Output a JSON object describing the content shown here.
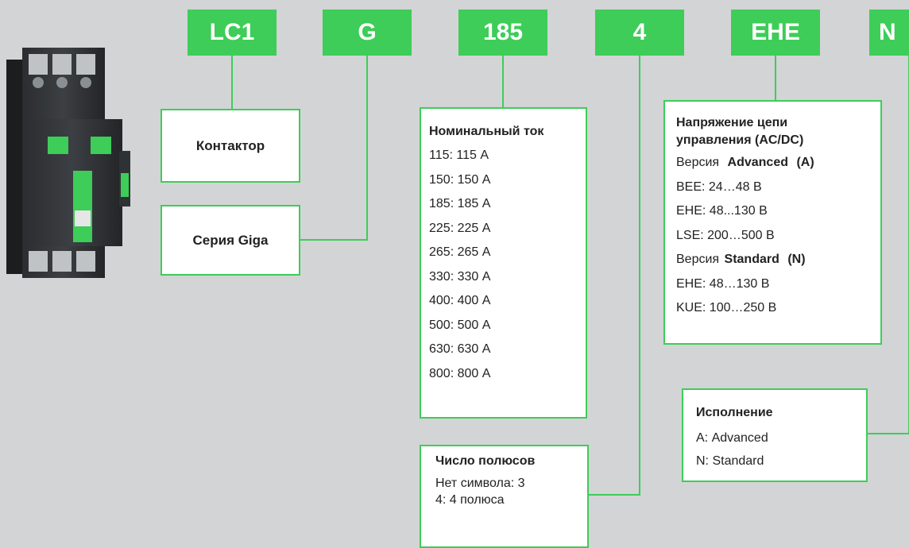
{
  "colors": {
    "accent": "#3dcd58",
    "background": "#d3d4d5"
  },
  "codes": [
    "LC1",
    "G",
    "185",
    "4",
    "EHE",
    "N"
  ],
  "contactor": {
    "label": "Контактор"
  },
  "series": {
    "label": "Серия Giga"
  },
  "current": {
    "title": "Номинальный ток",
    "items": [
      "115: 115 А",
      "150: 150 А",
      "185: 185 А",
      "225: 225 А",
      "265: 265 А",
      "330: 330 А",
      "400: 400 А",
      "500: 500 А",
      "630: 630 А",
      "800: 800 А"
    ]
  },
  "poles": {
    "title": "Число полюсов",
    "items": [
      "Нет символа: 3",
      "4: 4 полюса"
    ]
  },
  "voltage": {
    "title_line1": "Напряжение цепи",
    "title_line2": "управления (AC/DC)",
    "advanced_prefix": "Версия",
    "advanced_name": "Advanced",
    "advanced_code": "(А)",
    "advanced_items": [
      "BEE: 24…48 В",
      "EHE: 48...130 В",
      "LSE: 200…500 В"
    ],
    "standard_prefix": "Версия",
    "standard_name": "Standard",
    "standard_code": "(N)",
    "standard_items": [
      "EHE: 48…130 В",
      "KUE: 100…250 В"
    ]
  },
  "execution": {
    "title": "Исполнение",
    "items": [
      "А: Advanced",
      "N: Standard"
    ]
  },
  "device": {
    "icon": "contactor-device-icon"
  }
}
